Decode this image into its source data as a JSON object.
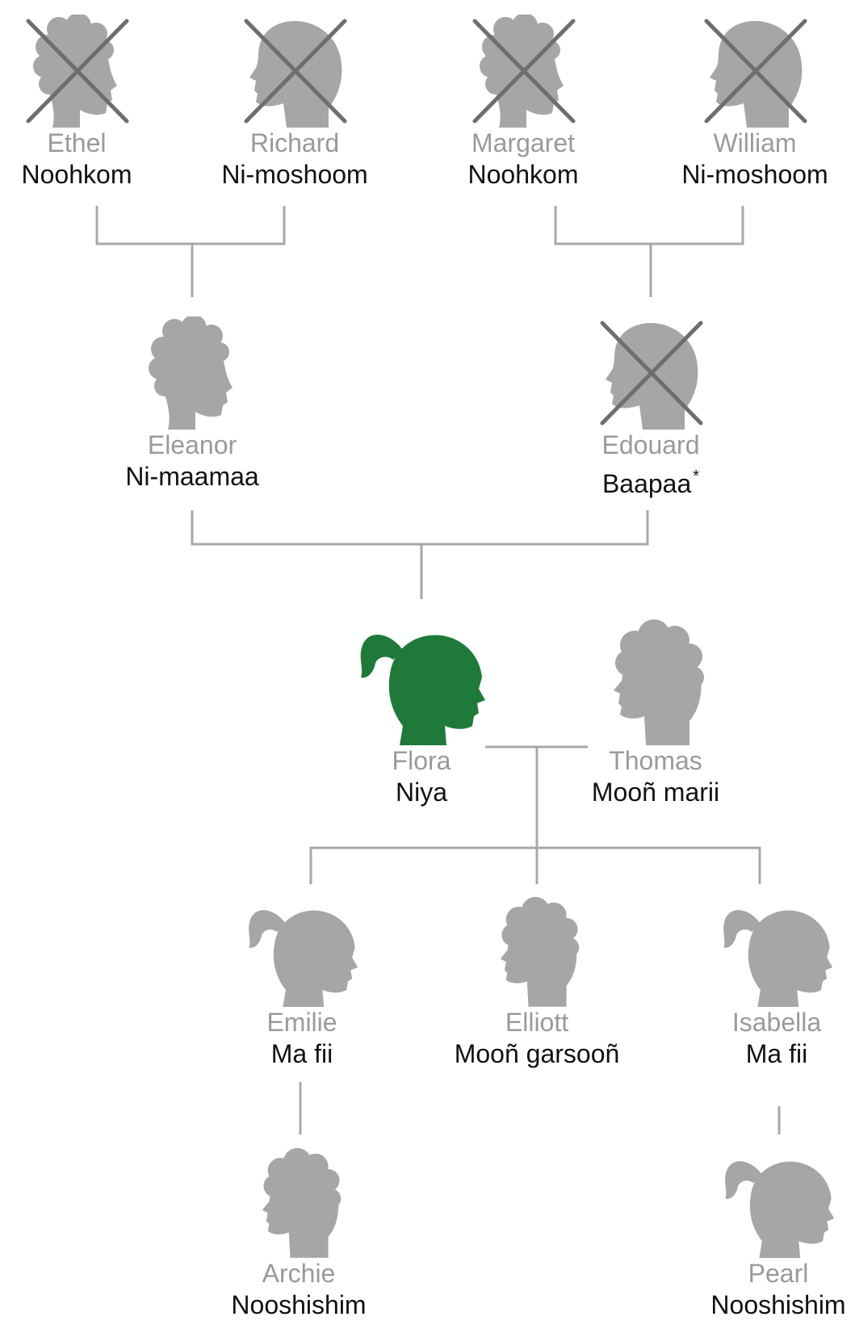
{
  "colors": {
    "silhouette": "#a6a6a6",
    "highlight": "#1f7a3a",
    "connector": "#a8a8a8",
    "cross": "#6e6e6e"
  },
  "people": {
    "ethel": {
      "name": "Ethel",
      "relation": "Noohkom",
      "icon": "woman-curly-hair-icon",
      "deceased": true
    },
    "richard": {
      "name": "Richard",
      "relation": "Ni-moshoom",
      "icon": "man-short-hair-icon",
      "deceased": true
    },
    "margaret": {
      "name": "Margaret",
      "relation": "Noohkom",
      "icon": "woman-curly-hair-icon",
      "deceased": true
    },
    "william": {
      "name": "William",
      "relation": "Ni-moshoom",
      "icon": "man-short-hair-icon",
      "deceased": true
    },
    "eleanor": {
      "name": "Eleanor",
      "relation": "Ni-maamaa",
      "icon": "woman-curly-hair-icon",
      "deceased": false
    },
    "edouard": {
      "name": "Edouard",
      "relation": "Baapaa",
      "note_mark": "*",
      "icon": "man-short-hair-icon",
      "deceased": true
    },
    "flora": {
      "name": "Flora",
      "relation": "Niya",
      "icon": "woman-ponytail-icon",
      "deceased": false,
      "highlighted": true
    },
    "thomas": {
      "name": "Thomas",
      "relation": "Mooñ marii",
      "icon": "man-curly-hair-icon",
      "deceased": false
    },
    "emilie": {
      "name": "Emilie",
      "relation": "Ma fii",
      "icon": "woman-ponytail-icon",
      "deceased": false
    },
    "elliott": {
      "name": "Elliott",
      "relation": "Mooñ garsooñ",
      "icon": "man-curly-hair-icon",
      "deceased": false
    },
    "isabella": {
      "name": "Isabella",
      "relation": "Ma fii",
      "icon": "woman-ponytail-icon",
      "deceased": false
    },
    "archie": {
      "name": "Archie",
      "relation": "Nooshishim",
      "icon": "man-curly-hair-icon",
      "deceased": false
    },
    "pearl": {
      "name": "Pearl",
      "relation": "Nooshishim",
      "icon": "woman-ponytail-icon",
      "deceased": false
    }
  }
}
